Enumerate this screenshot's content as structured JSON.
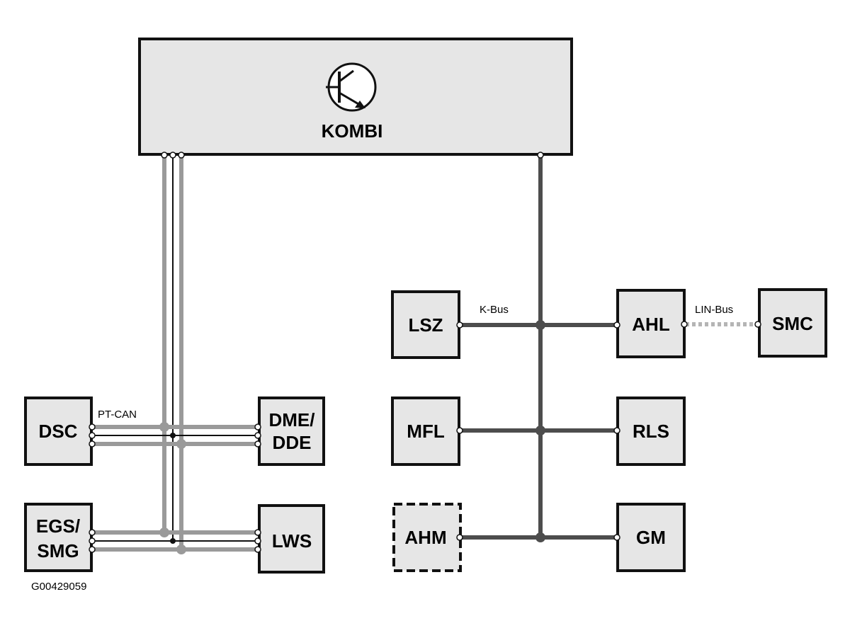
{
  "diagram": {
    "figure_id": "G00429059",
    "colors": {
      "box_fill": "#e6e6e6",
      "box_stroke": "#111111",
      "can_bus": "#9a9a9a",
      "can_core": "#111111",
      "k_bus": "#4d4d4d",
      "lin_bus": "#b5b5b5"
    },
    "kombi": {
      "label": "KOMBI",
      "icon": "transistor-icon"
    },
    "boxes": {
      "dsc": "DSC",
      "dme_line1": "DME/",
      "dme_line2": "DDE",
      "egs_line1": "EGS/",
      "egs_line2": "SMG",
      "lws": "LWS",
      "lsz": "LSZ",
      "ahl": "AHL",
      "smc": "SMC",
      "mfl": "MFL",
      "rls": "RLS",
      "ahm": "AHM",
      "gm": "GM"
    },
    "buses": {
      "pt_can": "PT-CAN",
      "k_bus": "K-Bus",
      "lin_bus": "LIN-Bus"
    }
  }
}
